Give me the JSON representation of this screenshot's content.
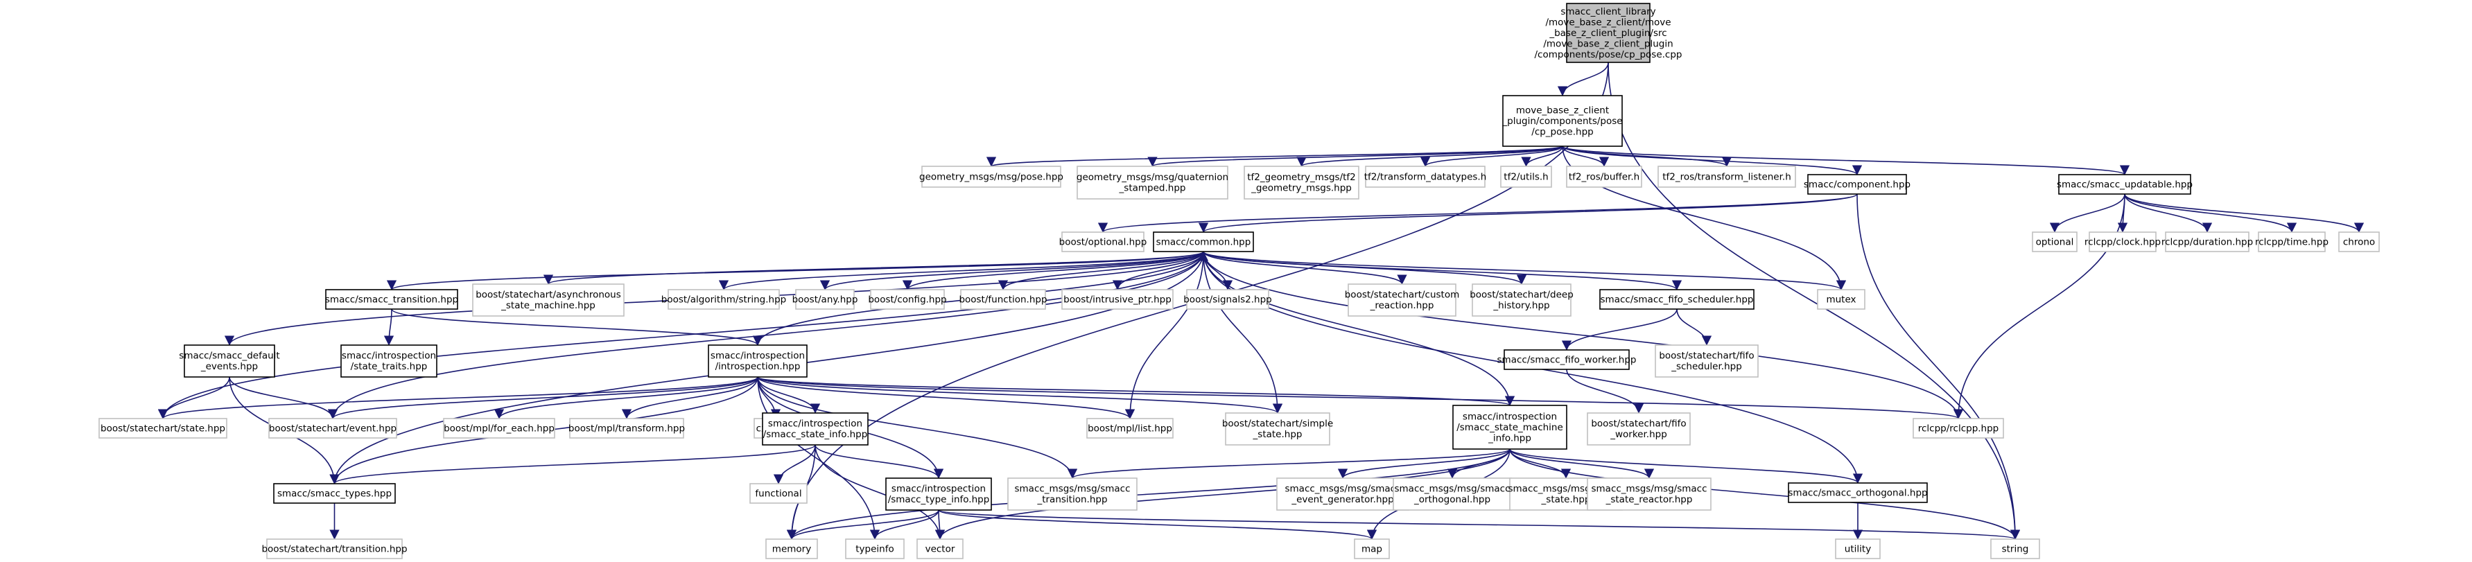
{
  "colors": {
    "edge": "#191970",
    "root_fill": "#bfbfbf",
    "root_border": "#000000",
    "doc_fill": "#ffffff",
    "doc_border": "#000000",
    "ext_fill": "#ffffff",
    "ext_border": "#bfbfbf",
    "ext_text": "#404040"
  },
  "nodes": [
    {
      "id": "root",
      "kind": "root",
      "lines": [
        "smacc_client_library",
        "/move_base_z_client/move",
        "_base_z_client_plugin/src",
        "/move_base_z_client_plugin",
        "/components/pose/cp_pose.cpp"
      ]
    },
    {
      "id": "cp_pose_hpp",
      "kind": "doc",
      "lines": [
        "move_base_z_client",
        "_plugin/components/pose",
        "/cp_pose.hpp"
      ]
    },
    {
      "id": "geom_pose",
      "kind": "ext",
      "lines": [
        "geometry_msgs/msg/pose.hpp"
      ]
    },
    {
      "id": "geom_quat",
      "kind": "ext",
      "lines": [
        "geometry_msgs/msg/quaternion",
        "_stamped.hpp"
      ]
    },
    {
      "id": "tf2_geom",
      "kind": "ext",
      "lines": [
        "tf2_geometry_msgs/tf2",
        "_geometry_msgs.hpp"
      ]
    },
    {
      "id": "tf2_transform_datatypes",
      "kind": "ext",
      "lines": [
        "tf2/transform_datatypes.h"
      ]
    },
    {
      "id": "tf2_utils",
      "kind": "ext",
      "lines": [
        "tf2/utils.h"
      ]
    },
    {
      "id": "tf2_ros_buffer",
      "kind": "ext",
      "lines": [
        "tf2_ros/buffer.h"
      ]
    },
    {
      "id": "tf2_ros_listener",
      "kind": "ext",
      "lines": [
        "tf2_ros/transform_listener.h"
      ]
    },
    {
      "id": "component_hpp",
      "kind": "doc",
      "lines": [
        "smacc/component.hpp"
      ]
    },
    {
      "id": "updatable_hpp",
      "kind": "doc",
      "lines": [
        "smacc/smacc_updatable.hpp"
      ]
    },
    {
      "id": "boost_optional",
      "kind": "ext",
      "lines": [
        "boost/optional.hpp"
      ]
    },
    {
      "id": "common_hpp",
      "kind": "doc",
      "lines": [
        "smacc/common.hpp"
      ]
    },
    {
      "id": "optional",
      "kind": "ext",
      "lines": [
        "optional"
      ]
    },
    {
      "id": "rclcpp_clock",
      "kind": "ext",
      "lines": [
        "rclcpp/clock.hpp"
      ]
    },
    {
      "id": "rclcpp_duration",
      "kind": "ext",
      "lines": [
        "rclcpp/duration.hpp"
      ]
    },
    {
      "id": "rclcpp_time",
      "kind": "ext",
      "lines": [
        "rclcpp/time.hpp"
      ]
    },
    {
      "id": "chrono",
      "kind": "ext",
      "lines": [
        "chrono"
      ]
    },
    {
      "id": "smacc_transition",
      "kind": "doc",
      "lines": [
        "smacc/smacc_transition.hpp"
      ]
    },
    {
      "id": "boost_async",
      "kind": "ext",
      "lines": [
        "boost/statechart/asynchronous",
        "_state_machine.hpp"
      ]
    },
    {
      "id": "boost_algo_string",
      "kind": "ext",
      "lines": [
        "boost/algorithm/string.hpp"
      ]
    },
    {
      "id": "boost_any",
      "kind": "ext",
      "lines": [
        "boost/any.hpp"
      ]
    },
    {
      "id": "boost_config",
      "kind": "ext",
      "lines": [
        "boost/config.hpp"
      ]
    },
    {
      "id": "boost_function",
      "kind": "ext",
      "lines": [
        "boost/function.hpp"
      ]
    },
    {
      "id": "boost_intrusive_ptr",
      "kind": "ext",
      "lines": [
        "boost/intrusive_ptr.hpp"
      ]
    },
    {
      "id": "boost_signals2",
      "kind": "ext",
      "lines": [
        "boost/signals2.hpp"
      ]
    },
    {
      "id": "boost_custom_reaction",
      "kind": "ext",
      "lines": [
        "boost/statechart/custom",
        "_reaction.hpp"
      ]
    },
    {
      "id": "boost_deep_history",
      "kind": "ext",
      "lines": [
        "boost/statechart/deep",
        "_history.hpp"
      ]
    },
    {
      "id": "fifo_scheduler",
      "kind": "doc",
      "lines": [
        "smacc/smacc_fifo_scheduler.hpp"
      ]
    },
    {
      "id": "mutex",
      "kind": "ext",
      "lines": [
        "mutex"
      ]
    },
    {
      "id": "state_traits",
      "kind": "doc",
      "lines": [
        "smacc/introspection",
        "/state_traits.hpp"
      ]
    },
    {
      "id": "default_events",
      "kind": "doc",
      "lines": [
        "smacc/smacc_default",
        "_events.hpp"
      ]
    },
    {
      "id": "introspection_hpp",
      "kind": "doc",
      "lines": [
        "smacc/introspection",
        "/introspection.hpp"
      ]
    },
    {
      "id": "fifo_worker",
      "kind": "doc",
      "lines": [
        "smacc/smacc_fifo_worker.hpp"
      ]
    },
    {
      "id": "boost_fifo_scheduler",
      "kind": "ext",
      "lines": [
        "boost/statechart/fifo",
        "_scheduler.hpp"
      ]
    },
    {
      "id": "boost_state",
      "kind": "ext",
      "lines": [
        "boost/statechart/state.hpp"
      ]
    },
    {
      "id": "boost_event",
      "kind": "ext",
      "lines": [
        "boost/statechart/event.hpp"
      ]
    },
    {
      "id": "boost_mpl_for_each",
      "kind": "ext",
      "lines": [
        "boost/mpl/for_each.hpp"
      ]
    },
    {
      "id": "boost_mpl_transform",
      "kind": "ext",
      "lines": [
        "boost/mpl/transform.hpp"
      ]
    },
    {
      "id": "cxxabi",
      "kind": "ext",
      "lines": [
        "cxxabi.h"
      ]
    },
    {
      "id": "state_info",
      "kind": "doc",
      "lines": [
        "smacc/introspection",
        "/smacc_state_info.hpp"
      ]
    },
    {
      "id": "boost_mpl_list",
      "kind": "ext",
      "lines": [
        "boost/mpl/list.hpp"
      ]
    },
    {
      "id": "boost_simple_state",
      "kind": "ext",
      "lines": [
        "boost/statechart/simple",
        "_state.hpp"
      ]
    },
    {
      "id": "sm_info",
      "kind": "doc",
      "lines": [
        "smacc/introspection",
        "/smacc_state_machine",
        "_info.hpp"
      ]
    },
    {
      "id": "boost_fifo_worker",
      "kind": "ext",
      "lines": [
        "boost/statechart/fifo",
        "_worker.hpp"
      ]
    },
    {
      "id": "rclcpp_hpp",
      "kind": "ext",
      "lines": [
        "rclcpp/rclcpp.hpp"
      ]
    },
    {
      "id": "smacc_types",
      "kind": "doc",
      "lines": [
        "smacc/smacc_types.hpp"
      ]
    },
    {
      "id": "functional",
      "kind": "ext",
      "lines": [
        "functional"
      ]
    },
    {
      "id": "type_info",
      "kind": "doc",
      "lines": [
        "smacc/introspection",
        "/smacc_type_info.hpp"
      ]
    },
    {
      "id": "msg_transition",
      "kind": "ext",
      "lines": [
        "smacc_msgs/msg/smacc",
        "_transition.hpp"
      ]
    },
    {
      "id": "msg_event_gen",
      "kind": "ext",
      "lines": [
        "smacc_msgs/msg/smacc",
        "_event_generator.hpp"
      ]
    },
    {
      "id": "msg_orthogonal",
      "kind": "ext",
      "lines": [
        "smacc_msgs/msg/smacc",
        "_orthogonal.hpp"
      ]
    },
    {
      "id": "msg_state",
      "kind": "ext",
      "lines": [
        "smacc_msgs/msg/smacc",
        "_state.hpp"
      ]
    },
    {
      "id": "msg_state_reactor",
      "kind": "ext",
      "lines": [
        "smacc_msgs/msg/smacc",
        "_state_reactor.hpp"
      ]
    },
    {
      "id": "orthogonal_hpp",
      "kind": "doc",
      "lines": [
        "smacc/smacc_orthogonal.hpp"
      ]
    },
    {
      "id": "boost_transition",
      "kind": "ext",
      "lines": [
        "boost/statechart/transition.hpp"
      ]
    },
    {
      "id": "memory",
      "kind": "ext",
      "lines": [
        "memory"
      ]
    },
    {
      "id": "typeinfo",
      "kind": "ext",
      "lines": [
        "typeinfo"
      ]
    },
    {
      "id": "vector",
      "kind": "ext",
      "lines": [
        "vector"
      ]
    },
    {
      "id": "map",
      "kind": "ext",
      "lines": [
        "map"
      ]
    },
    {
      "id": "string",
      "kind": "ext",
      "lines": [
        "string"
      ]
    },
    {
      "id": "utility",
      "kind": "ext",
      "lines": [
        "utility"
      ]
    }
  ],
  "edges": [
    [
      "root",
      "cp_pose_hpp"
    ],
    [
      "root",
      "memory"
    ],
    [
      "root",
      "string"
    ],
    [
      "cp_pose_hpp",
      "geom_pose"
    ],
    [
      "cp_pose_hpp",
      "geom_quat"
    ],
    [
      "cp_pose_hpp",
      "tf2_geom"
    ],
    [
      "cp_pose_hpp",
      "tf2_transform_datatypes"
    ],
    [
      "cp_pose_hpp",
      "tf2_utils"
    ],
    [
      "cp_pose_hpp",
      "tf2_ros_buffer"
    ],
    [
      "cp_pose_hpp",
      "tf2_ros_listener"
    ],
    [
      "cp_pose_hpp",
      "component_hpp"
    ],
    [
      "cp_pose_hpp",
      "updatable_hpp"
    ],
    [
      "cp_pose_hpp",
      "mutex"
    ],
    [
      "component_hpp",
      "boost_optional"
    ],
    [
      "component_hpp",
      "common_hpp"
    ],
    [
      "component_hpp",
      "string"
    ],
    [
      "updatable_hpp",
      "optional"
    ],
    [
      "updatable_hpp",
      "rclcpp_clock"
    ],
    [
      "updatable_hpp",
      "rclcpp_duration"
    ],
    [
      "updatable_hpp",
      "rclcpp_time"
    ],
    [
      "updatable_hpp",
      "chrono"
    ],
    [
      "updatable_hpp",
      "rclcpp_hpp"
    ],
    [
      "common_hpp",
      "smacc_transition"
    ],
    [
      "common_hpp",
      "boost_async"
    ],
    [
      "common_hpp",
      "boost_algo_string"
    ],
    [
      "common_hpp",
      "boost_any"
    ],
    [
      "common_hpp",
      "boost_config"
    ],
    [
      "common_hpp",
      "boost_function"
    ],
    [
      "common_hpp",
      "boost_intrusive_ptr"
    ],
    [
      "common_hpp",
      "boost_signals2"
    ],
    [
      "common_hpp",
      "boost_custom_reaction"
    ],
    [
      "common_hpp",
      "boost_deep_history"
    ],
    [
      "common_hpp",
      "fifo_scheduler"
    ],
    [
      "common_hpp",
      "mutex"
    ],
    [
      "common_hpp",
      "default_events"
    ],
    [
      "common_hpp",
      "introspection_hpp"
    ],
    [
      "common_hpp",
      "boost_state"
    ],
    [
      "common_hpp",
      "boost_event"
    ],
    [
      "common_hpp",
      "boost_mpl_list"
    ],
    [
      "common_hpp",
      "boost_simple_state"
    ],
    [
      "common_hpp",
      "sm_info"
    ],
    [
      "common_hpp",
      "rclcpp_hpp"
    ],
    [
      "common_hpp",
      "smacc_types"
    ],
    [
      "smacc_transition",
      "state_traits"
    ],
    [
      "smacc_transition",
      "introspection_hpp"
    ],
    [
      "fifo_scheduler",
      "fifo_worker"
    ],
    [
      "fifo_scheduler",
      "boost_fifo_scheduler"
    ],
    [
      "fifo_worker",
      "boost_fifo_worker"
    ],
    [
      "default_events",
      "boost_state"
    ],
    [
      "default_events",
      "boost_event"
    ],
    [
      "default_events",
      "smacc_types"
    ],
    [
      "introspection_hpp",
      "boost_state"
    ],
    [
      "introspection_hpp",
      "boost_event"
    ],
    [
      "introspection_hpp",
      "boost_mpl_for_each"
    ],
    [
      "introspection_hpp",
      "boost_mpl_transform"
    ],
    [
      "introspection_hpp",
      "cxxabi"
    ],
    [
      "introspection_hpp",
      "state_info"
    ],
    [
      "introspection_hpp",
      "boost_mpl_list"
    ],
    [
      "introspection_hpp",
      "boost_simple_state"
    ],
    [
      "introspection_hpp",
      "sm_info"
    ],
    [
      "introspection_hpp",
      "rclcpp_hpp"
    ],
    [
      "introspection_hpp",
      "smacc_types"
    ],
    [
      "introspection_hpp",
      "type_info"
    ],
    [
      "introspection_hpp",
      "msg_transition"
    ],
    [
      "introspection_hpp",
      "typeinfo"
    ],
    [
      "state_info",
      "smacc_types"
    ],
    [
      "state_info",
      "functional"
    ],
    [
      "state_info",
      "type_info"
    ],
    [
      "state_info",
      "memory"
    ],
    [
      "state_info",
      "vector"
    ],
    [
      "sm_info",
      "msg_transition"
    ],
    [
      "sm_info",
      "msg_event_gen"
    ],
    [
      "sm_info",
      "msg_orthogonal"
    ],
    [
      "sm_info",
      "msg_state"
    ],
    [
      "sm_info",
      "msg_state_reactor"
    ],
    [
      "sm_info",
      "orthogonal_hpp"
    ],
    [
      "sm_info",
      "memory"
    ],
    [
      "sm_info",
      "vector"
    ],
    [
      "sm_info",
      "map"
    ],
    [
      "sm_info",
      "string"
    ],
    [
      "orthogonal_hpp",
      "common_hpp"
    ],
    [
      "orthogonal_hpp",
      "utility"
    ],
    [
      "smacc_types",
      "boost_transition"
    ],
    [
      "type_info",
      "memory"
    ],
    [
      "type_info",
      "typeinfo"
    ],
    [
      "type_info",
      "vector"
    ],
    [
      "type_info",
      "map"
    ],
    [
      "type_info",
      "string"
    ]
  ]
}
